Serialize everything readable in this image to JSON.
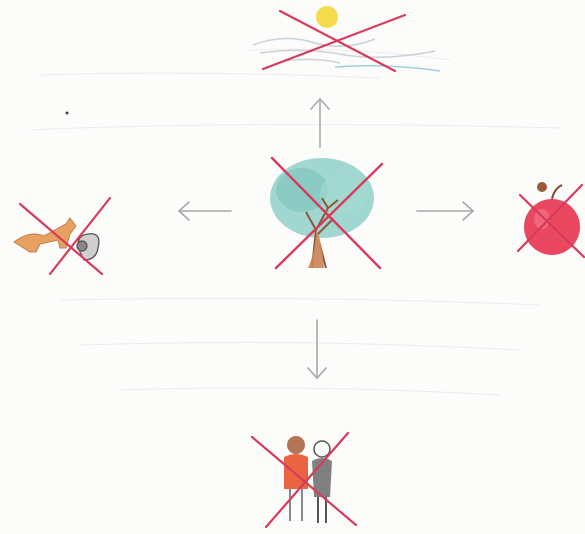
{
  "diagram": {
    "style": "colored-pencil sketch",
    "center": {
      "subject": "tree",
      "crossed_out": true
    },
    "connections": [
      {
        "direction": "up",
        "target": "sun-over-landscape",
        "crossed_out": true
      },
      {
        "direction": "left",
        "target": "fox-and-squirrel",
        "crossed_out": true
      },
      {
        "direction": "right",
        "target": "red-apple",
        "crossed_out": true
      },
      {
        "direction": "down",
        "target": "two-people",
        "crossed_out": true
      }
    ],
    "colors": {
      "cross": "#d83a5c",
      "arrow": "#a8a8a8",
      "tree_crown": "#8fd0c8",
      "trunk": "#c98356",
      "sun": "#f5d73a",
      "apple": "#e8334f",
      "fox": "#e49247",
      "person_left": "#e8532e",
      "person_right": "#6a6a6a"
    }
  }
}
